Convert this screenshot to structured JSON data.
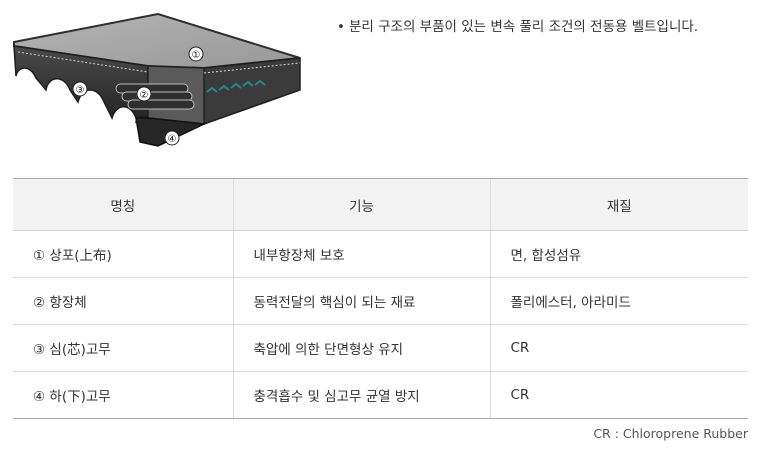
{
  "diagram": {
    "callouts": [
      "①",
      "②",
      "③",
      "④"
    ]
  },
  "description": {
    "bullet": "•",
    "text": "분리 구조의 부품이 있는 변속 풀리 조건의 전동용 벨트입니다."
  },
  "table": {
    "headers": [
      "명칭",
      "기능",
      "재질"
    ],
    "rows": [
      [
        "① 상포(上布)",
        "내부항장체 보호",
        "면, 합성섬유"
      ],
      [
        "② 항장체",
        "동력전달의 핵심이 되는 재료",
        "폴리에스터, 아라미드"
      ],
      [
        "③ 심(芯)고무",
        "축압에 의한 단면형상 유지",
        "CR"
      ],
      [
        "④ 하(下)고무",
        "충격흡수 및 심고무 균열 방지",
        "CR"
      ]
    ]
  },
  "note": "CR : Chloroprene Rubber",
  "colors": {
    "belt_top": "#a5a5a5",
    "belt_dark": "#3a3a3a",
    "cord_accent": "#1f8a8c",
    "header_bg": "#f3f3f3"
  }
}
